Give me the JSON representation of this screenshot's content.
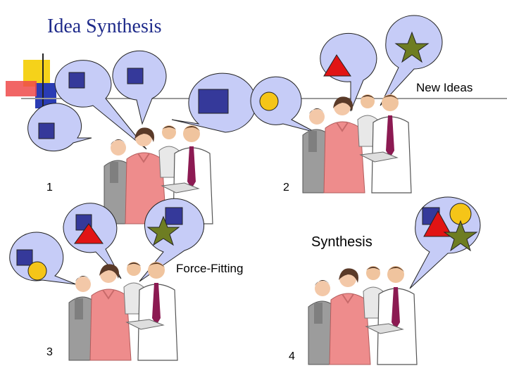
{
  "slide": {
    "title": "Idea Synthesis",
    "labels": {
      "new_ideas": "New Ideas",
      "synthesis": "Synthesis",
      "force_fitting": "Force-Fitting",
      "step1": "1",
      "step2": "2",
      "step3": "3",
      "step4": "4"
    }
  },
  "colors": {
    "title": "#1e2a8a",
    "bubble_fill": "#c6ccf7",
    "bubble_stroke": "#222222",
    "square": "#35399a",
    "circle": "#f5c518",
    "triangle": "#e11414",
    "star": "#6e7d22",
    "deco_yellow": "#f5d21a",
    "deco_blue": "#2a3cb4",
    "deco_red": "#ef4a4a"
  }
}
